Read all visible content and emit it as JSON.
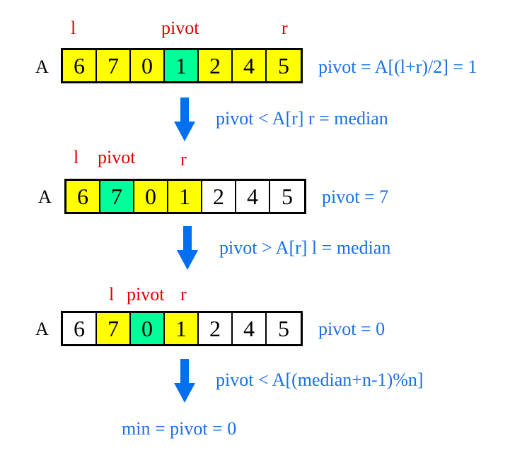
{
  "colors": {
    "label": "#e00000",
    "note": "#1a6fe8",
    "arrow": "#0070f0",
    "yellow": "#ffff00",
    "green": "#00ff99",
    "white": "#ffffff"
  },
  "steps": [
    {
      "array_name": "A",
      "labels": {
        "l": "l",
        "pivot": "pivot",
        "r": "r"
      },
      "values": [
        "6",
        "7",
        "0",
        "1",
        "2",
        "4",
        "5"
      ],
      "note": "pivot = A[(l+r)/2] = 1"
    },
    {
      "array_name": "A",
      "labels": {
        "l": "l",
        "pivot": "pivot",
        "r": "r"
      },
      "values": [
        "6",
        "7",
        "0",
        "1",
        "2",
        "4",
        "5"
      ],
      "note": "pivot = 7"
    },
    {
      "array_name": "A",
      "labels": {
        "l": "l",
        "pivot": "pivot",
        "r": "r"
      },
      "values": [
        "6",
        "7",
        "0",
        "1",
        "2",
        "4",
        "5"
      ],
      "note": "pivot = 0"
    }
  ],
  "transitions": [
    {
      "text": "pivot < A[r]    r = median"
    },
    {
      "text": "pivot > A[r]   l = median"
    },
    {
      "text": "pivot < A[(median+n-1)%n]"
    }
  ],
  "result": "min = pivot = 0",
  "icons": [
    "down-arrow-icon"
  ]
}
